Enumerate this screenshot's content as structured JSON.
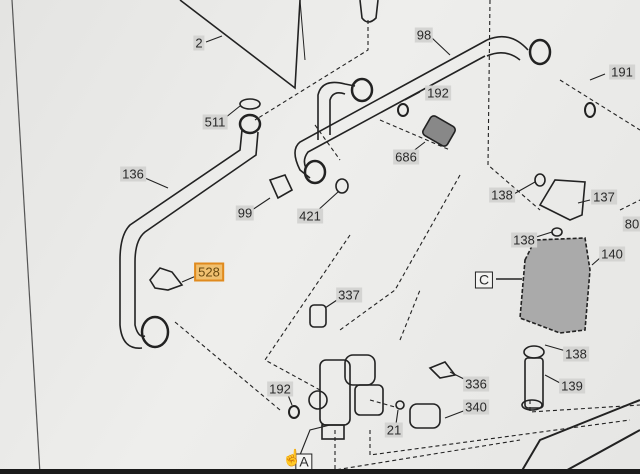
{
  "diagram": {
    "labels": {
      "l2": "2",
      "l98": "98",
      "l191": "191",
      "l511": "511",
      "l192a": "192",
      "l686": "686",
      "l136": "136",
      "l99": "99",
      "l421": "421",
      "l138a": "138",
      "l137": "137",
      "l80": "80",
      "l138b": "138",
      "l140": "140",
      "lC": "C",
      "l528": "528",
      "l337": "337",
      "l138c": "138",
      "l192b": "192",
      "l336": "336",
      "l139": "139",
      "l340": "340",
      "l21": "21",
      "lA": "A"
    },
    "highlighted_part": "528",
    "colors": {
      "highlight": "#e08a1e",
      "label_bg": "#d4d4d2",
      "line": "#222222"
    }
  }
}
